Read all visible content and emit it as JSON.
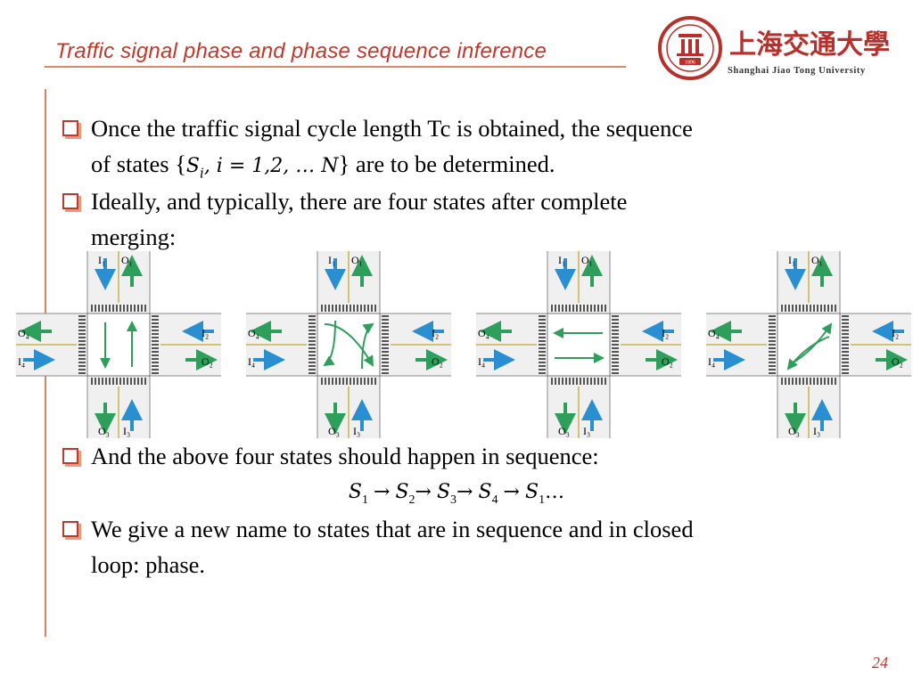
{
  "slide": {
    "title": "Traffic signal phase and phase sequence inference",
    "page_number": "24",
    "accent_color": "#c0392b"
  },
  "logo": {
    "chinese_name": "上海交通大學",
    "english_name": "Shanghai Jiao Tong University",
    "founded_year": "1896"
  },
  "bullets": [
    {
      "line1": "Once the traffic signal cycle length Tc is obtained, the sequence",
      "line2_prefix": "of states {",
      "line2_math": "S",
      "line2_sub": "i",
      "line2_math_rest": ", i = 1,2, … N",
      "line2_suffix": "} are to be determined."
    },
    {
      "line1": "Ideally, and typically, there are four states after complete",
      "line2": "merging:"
    },
    {
      "line1": "And the above four states should happen in sequence:"
    },
    {
      "line1": "We give a new name to states that are in sequence and in closed",
      "line2": "loop: phase."
    }
  ],
  "sequence": {
    "symbol": "S",
    "subs": [
      "1",
      "2",
      "3",
      "4",
      "1"
    ],
    "arrow": "→",
    "ellipsis": "…"
  },
  "diagram_labels": {
    "I1": "I₁",
    "O1": "O₁",
    "I2": "I₂",
    "O2": "O₂",
    "I3": "I₃",
    "O3": "O₃",
    "I4": "I₄",
    "O4": "O₄"
  },
  "states": [
    {
      "id": "state-1",
      "movement": "north-south-through"
    },
    {
      "id": "state-2",
      "movement": "north-south-left-turn"
    },
    {
      "id": "state-3",
      "movement": "east-west-through"
    },
    {
      "id": "state-4",
      "movement": "east-west-left-turn"
    }
  ]
}
